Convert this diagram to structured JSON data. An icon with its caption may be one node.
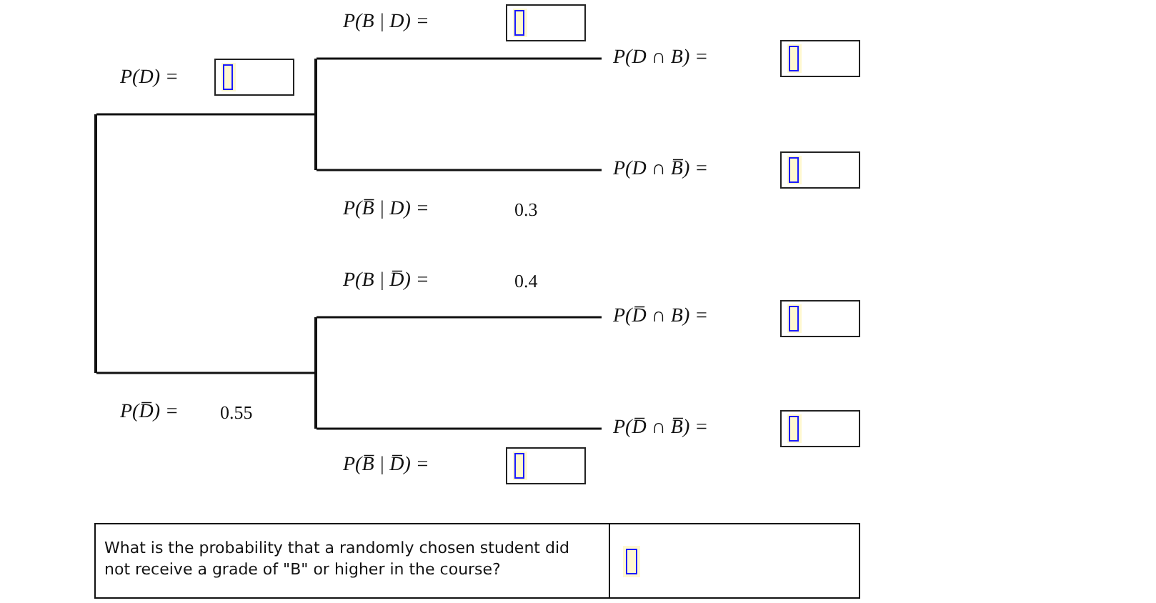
{
  "diagram": {
    "nodes": [
      {
        "text": [],
        "shape": "bar"
      },
      {
        "text": [],
        "shape": "bar"
      },
      {
        "text": [],
        "shape": "bar"
      },
      {
        "text": [
          "P(D ∩ B) ="
        ]
      },
      {
        "text": [
          "P(D ∩ B̅) ="
        ]
      },
      {
        "text": [
          "P(D̅ ∩ B) ="
        ]
      },
      {
        "text": [
          "P(D̅ ∩ B̅) ="
        ]
      },
      {
        "text": [
          "What is the probability that a randomly chosen student did not receive a grade of \"B\" or higher in the course?"
        ]
      },
      {
        "text": [],
        "shape": "box"
      },
      {
        "text": [],
        "shape": "box"
      },
      {
        "text": [],
        "shape": "box"
      },
      {
        "text": [],
        "shape": "box"
      },
      {
        "text": [],
        "shape": "box"
      },
      {
        "text": [],
        "shape": "box"
      },
      {
        "text": [],
        "shape": "box"
      }
    ],
    "edges": [
      {
        "from": 0,
        "to": 1,
        "arrow": "none",
        "label": "P(D) ="
      },
      {
        "from": 0,
        "to": 2,
        "arrow": "none",
        "label": "P(D̅) ="
      },
      {
        "from": 1,
        "to": 3,
        "arrow": "none",
        "label": "P(B | D) ="
      },
      {
        "from": 1,
        "to": 4,
        "arrow": "none",
        "label": "P(B̅ | D) ="
      },
      {
        "from": 2,
        "to": 5,
        "arrow": "none",
        "label": "P(B | D̅) ="
      },
      {
        "from": 2,
        "to": 6,
        "arrow": "none",
        "label": "P(B̅ | D̅) ="
      }
    ],
    "labels": [
      "0.3",
      "0.4",
      "0.55"
    ]
  }
}
